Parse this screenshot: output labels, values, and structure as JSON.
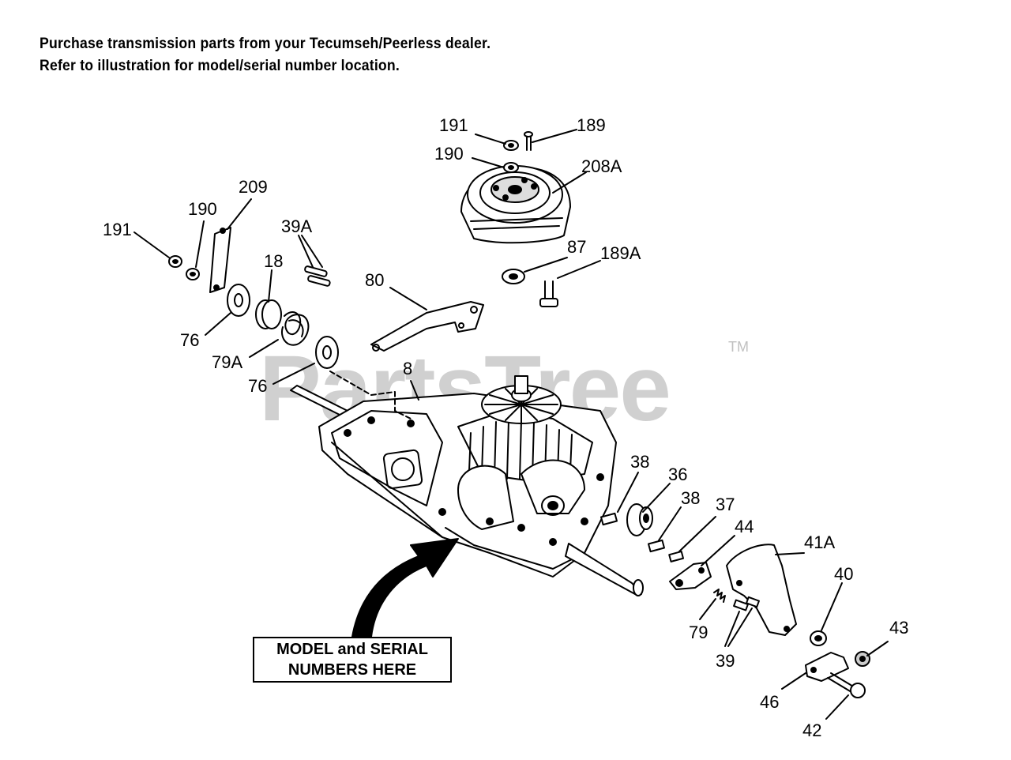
{
  "header": {
    "line1": "Purchase transmission parts from your Tecumseh/Peerless dealer.",
    "line2": "Refer to illustration for model/serial number location."
  },
  "watermark": {
    "text": "PartsTree",
    "tm": "TM"
  },
  "callout": {
    "line1": "MODEL and SERIAL",
    "line2": "NUMBERS HERE"
  },
  "parts": {
    "p191_top": "191",
    "p189": "189",
    "p190_top": "190",
    "p208A": "208A",
    "p87": "87",
    "p189A": "189A",
    "p209": "209",
    "p190_left": "190",
    "p191_left": "191",
    "p39A": "39A",
    "p18": "18",
    "p80": "80",
    "p76_upper": "76",
    "p79A": "79A",
    "p76_lower": "76",
    "p8": "8",
    "p38_upper": "38",
    "p36": "36",
    "p38_lower": "38",
    "p37": "37",
    "p44": "44",
    "p41A": "41A",
    "p40": "40",
    "p43": "43",
    "p79": "79",
    "p39": "39",
    "p46": "46",
    "p42": "42"
  }
}
